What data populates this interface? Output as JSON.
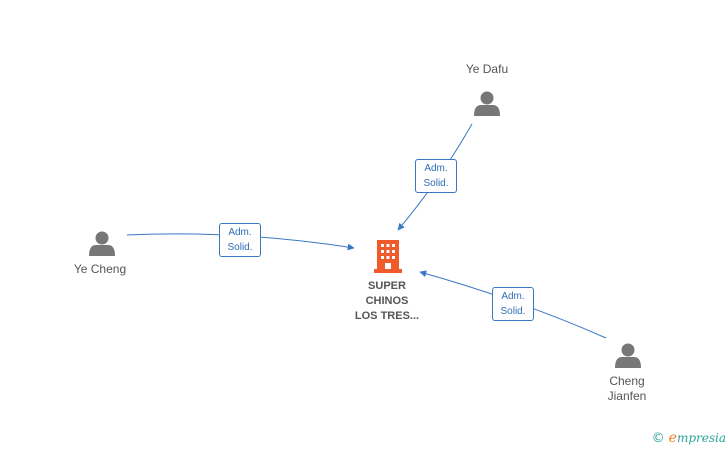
{
  "company": {
    "label_lines": [
      "SUPER",
      "CHINOS",
      "LOS TRES..."
    ],
    "icon": "building-icon",
    "color": "#f15a2b"
  },
  "people": [
    {
      "id": "ye-dafu",
      "name_lines": [
        "Ye Dafu"
      ],
      "icon": "person-icon"
    },
    {
      "id": "ye-cheng",
      "name_lines": [
        "Ye Cheng"
      ],
      "icon": "person-icon"
    },
    {
      "id": "cheng-jianfen",
      "name_lines": [
        "Cheng",
        "Jianfen"
      ],
      "icon": "person-icon"
    }
  ],
  "relations": [
    {
      "from": "ye-dafu",
      "lines": [
        "Adm.",
        "Solid."
      ]
    },
    {
      "from": "ye-cheng",
      "lines": [
        "Adm.",
        "Solid."
      ]
    },
    {
      "from": "cheng-jianfen",
      "lines": [
        "Adm.",
        "Solid."
      ]
    }
  ],
  "brand": {
    "copyright": "©",
    "initial": "e",
    "rest": "mpresia"
  },
  "colors": {
    "edge": "#3a78c4",
    "person": "#777777",
    "text": "#555555"
  }
}
